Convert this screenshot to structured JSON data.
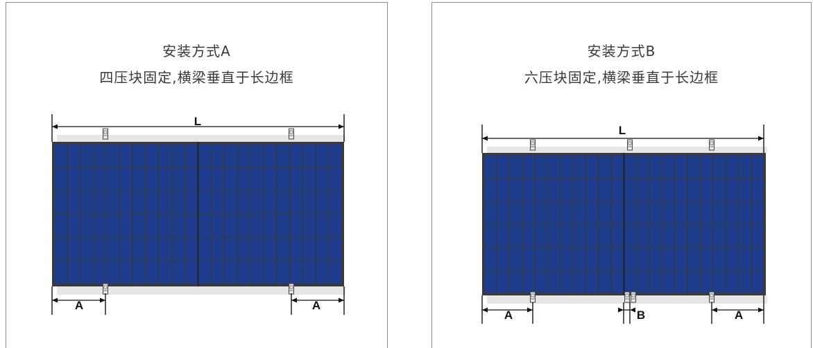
{
  "panel_a": {
    "title": "安装方式A",
    "subtitle": "四压块固定,横梁垂直于长边框",
    "dim_length": "L",
    "dim_edge": "A"
  },
  "panel_b": {
    "title": "安装方式B",
    "subtitle": "六压块固定,横梁垂直于长边框",
    "dim_length": "L",
    "dim_edge": "A",
    "dim_middle": "B"
  },
  "colors": {
    "cell": "#1d3d8c",
    "frame": "#3a3a3a",
    "rail": "#e6e6e6",
    "border": "#8a8a8a"
  }
}
